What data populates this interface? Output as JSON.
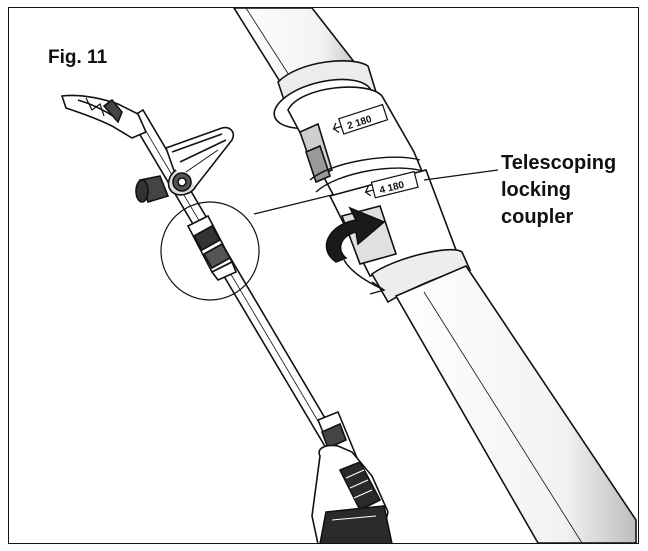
{
  "figure": {
    "label": "Fig. 11",
    "callout_lines": [
      "Telescoping",
      "locking",
      "coupler"
    ],
    "coupler_markings": {
      "upper": "2 180",
      "lower": "4 180"
    }
  },
  "colors": {
    "line": "#111111",
    "shade_dark": "#3a3a3a",
    "shade_light": "#c8c8c8",
    "paper": "#ffffff"
  }
}
